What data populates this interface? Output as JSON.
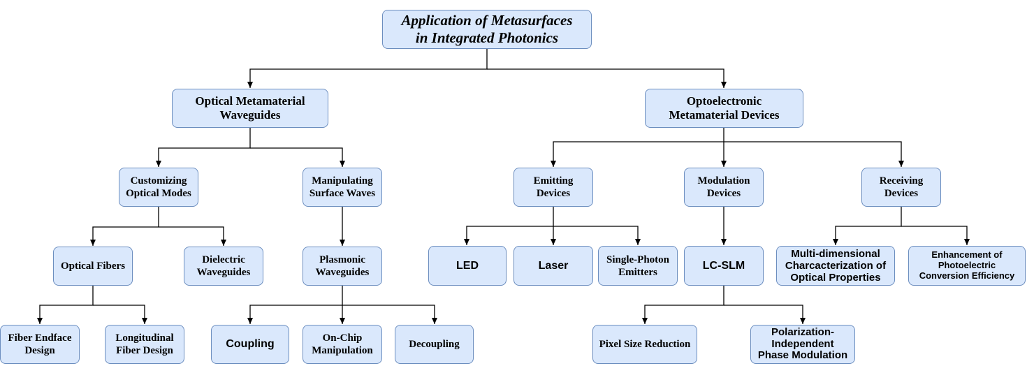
{
  "root": "Application of Metasurfaces\nin Integrated Photonics",
  "optical_waveguides": "Optical Metamaterial\nWaveguides",
  "optoelectronic_devices": "Optoelectronic\nMetamaterial Devices",
  "customizing_modes": "Customizing\nOptical Modes",
  "manipulating_waves": "Manipulating\nSurface Waves",
  "emitting_devices": "Emitting\nDevices",
  "modulation_devices": "Modulation\nDevices",
  "receiving_devices": "Receiving\nDevices",
  "optical_fibers": "Optical Fibers",
  "dielectric_waveguides": "Dielectric\nWaveguides",
  "plasmonic_waveguides": "Plasmonic\nWaveguides",
  "led": "LED",
  "laser": "Laser",
  "single_photon": "Single-Photon\nEmitters",
  "lc_slm": "LC-SLM",
  "multidimensional": "Multi-dimensional\nCharcacterization of\nOptical Properties",
  "photoelectric": "Enhancement of\nPhotoelectric\nConversion Efficiency",
  "fiber_endface": "Fiber Endface\nDesign",
  "longitudinal_fiber": "Longitudinal\nFiber Design",
  "coupling": "Coupling",
  "on_chip": "On-Chip\nManipulation",
  "decoupling": "Decoupling",
  "pixel_size": "Pixel Size Reduction",
  "polarization": "Polarization-\nIndependent\nPhase Modulation",
  "colors": {
    "fill": "#dae8fc",
    "stroke": "#6c8ebf",
    "line": "#000000"
  }
}
